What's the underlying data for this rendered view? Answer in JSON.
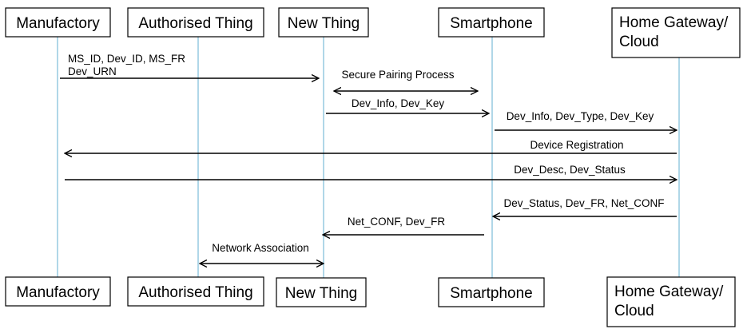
{
  "actors": [
    {
      "id": "manufactory",
      "label_lines": [
        "Manufactory"
      ]
    },
    {
      "id": "authorised-thing",
      "label_lines": [
        "Authorised Thing"
      ]
    },
    {
      "id": "new-thing",
      "label_lines": [
        "New Thing"
      ]
    },
    {
      "id": "smartphone",
      "label_lines": [
        "Smartphone"
      ]
    },
    {
      "id": "home-gateway",
      "label_lines": [
        "Home Gateway/",
        "Cloud"
      ]
    }
  ],
  "messages": [
    {
      "id": "ms-id",
      "from": "manufactory",
      "to": "new-thing",
      "direction": "right",
      "label_lines": [
        "MS_ID, Dev_ID, MS_FR",
        "Dev_URN"
      ]
    },
    {
      "id": "secure-pairing",
      "from": "new-thing",
      "to": "smartphone",
      "direction": "both",
      "label_lines": [
        "Secure Pairing Process"
      ]
    },
    {
      "id": "dev-info-key",
      "from": "new-thing",
      "to": "smartphone",
      "direction": "right",
      "label_lines": [
        "Dev_Info, Dev_Key"
      ]
    },
    {
      "id": "dev-info-type-key",
      "from": "smartphone",
      "to": "home-gateway",
      "direction": "right",
      "label_lines": [
        "Dev_Info, Dev_Type, Dev_Key"
      ]
    },
    {
      "id": "device-registration",
      "from": "home-gateway",
      "to": "manufactory",
      "direction": "left",
      "label_lines": [
        "Device Registration"
      ]
    },
    {
      "id": "dev-desc-status",
      "from": "manufactory",
      "to": "home-gateway",
      "direction": "right",
      "label_lines": [
        "Dev_Desc, Dev_Status"
      ]
    },
    {
      "id": "dev-status-fr-netconf",
      "from": "home-gateway",
      "to": "smartphone",
      "direction": "left",
      "label_lines": [
        "Dev_Status, Dev_FR, Net_CONF"
      ]
    },
    {
      "id": "netconf-devfr",
      "from": "smartphone",
      "to": "new-thing",
      "direction": "left",
      "label_lines": [
        "Net_CONF, Dev_FR"
      ]
    },
    {
      "id": "network-association",
      "from": "authorised-thing",
      "to": "new-thing",
      "direction": "both",
      "label_lines": [
        "Network Association"
      ]
    }
  ]
}
